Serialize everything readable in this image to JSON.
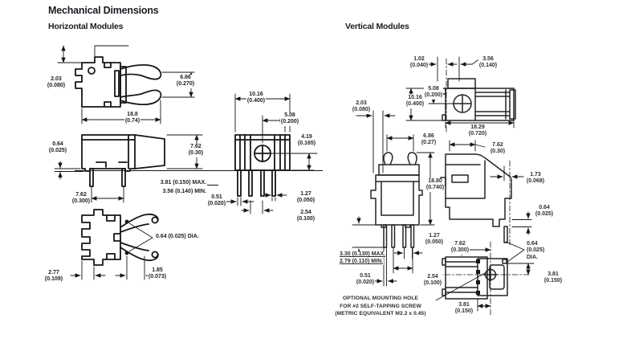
{
  "header": {
    "title": "Mechanical Dimensions",
    "left_section": "Horizontal Modules",
    "right_section": "Vertical Modules"
  },
  "colors": {
    "ink": "#161616",
    "title_text": "#1b1b22"
  },
  "dims": {
    "h1_height": {
      "mm": "2.03",
      "in": "(0.080)"
    },
    "h1_clip": {
      "mm": "6.86",
      "in": "(0.270)"
    },
    "h1_width": {
      "mm": "18.8",
      "in": "(0.74)"
    },
    "h2_standoff": {
      "mm": "0.64",
      "in": "(0.025)"
    },
    "h2_body": {
      "mm": "7.62",
      "in": "(0.30)"
    },
    "h2_pinmax": {
      "text": "3.81 (0.150) MAX."
    },
    "h2_pinmin": {
      "text": "3.56 (0.140) MIN."
    },
    "h2_pinspace": {
      "mm": "7.62",
      "in": "(0.300)"
    },
    "h4_width": {
      "mm": "10.16",
      "in": "(0.400)"
    },
    "h4_half": {
      "mm": "5.08",
      "in": "(0.200)"
    },
    "h4_lens": {
      "mm": "4.19",
      "in": "(0.165)"
    },
    "pin_width": {
      "mm": "0.51",
      "in": "(0.020)"
    },
    "h4_pitch1": {
      "mm": "1.27",
      "in": "(0.050)"
    },
    "h4_pitch2": {
      "mm": "2.54",
      "in": "(0.100)"
    },
    "h3_dia": {
      "text": "0.64 (0.025) DIA."
    },
    "h3_edge": {
      "mm": "2.77",
      "in": "(0.109)"
    },
    "h3_hole": {
      "mm": "1.85",
      "in": "(0.073)"
    },
    "v1_tab": {
      "mm": "1.02",
      "in": "(0.040)"
    },
    "v1_port": {
      "mm": "3.56",
      "in": "(0.140)"
    },
    "v1_half": {
      "mm": "5.08",
      "in": "(0.200)"
    },
    "v1_height": {
      "mm": "10.16",
      "in": "(0.400)"
    },
    "v1_key": {
      "mm": "2.03",
      "in": "(0.080)"
    },
    "v1_width": {
      "mm": "18.29",
      "in": "(0.720)"
    },
    "v2_clip": {
      "mm": "6.86",
      "in": "(0.27)"
    },
    "v3_body": {
      "mm": "7.62",
      "in": "(0.30)"
    },
    "v2_height": {
      "mm": "18.80",
      "in": "(0.740)"
    },
    "v3_tab": {
      "mm": "1.73",
      "in": "(0.068)"
    },
    "v3_standoff": {
      "mm": "0.64",
      "in": "(0.025)"
    },
    "v2_pitch1": {
      "mm": "1.27",
      "in": "(0.050)"
    },
    "v4_pinspace": {
      "mm": "7.62",
      "in": "(0.300)"
    },
    "v2_pinmax": {
      "text": "3.30 (0.130) MAX."
    },
    "v2_pinmin": {
      "text": "2.79 (0.110) MIN."
    },
    "v2_pinw": {
      "mm": "0.51",
      "in": "(0.020)"
    },
    "v2_pitch2": {
      "mm": "2.54",
      "in": "(0.100)"
    },
    "v4_dia": {
      "mm": "0.64",
      "in": "(0.025)",
      "suffix": "DIA."
    },
    "v4_half": {
      "mm": "3.81",
      "in": "(0.150)"
    },
    "v4_offset": {
      "mm": "3.81",
      "in": "(0.150)"
    }
  },
  "note": {
    "line1": "OPTIONAL MOUNTING HOLE",
    "line2": "FOR #2 SELF-TAPPING SCREW",
    "line3": "(METRIC EQUIVALENT M2.2 x 0.45)"
  }
}
